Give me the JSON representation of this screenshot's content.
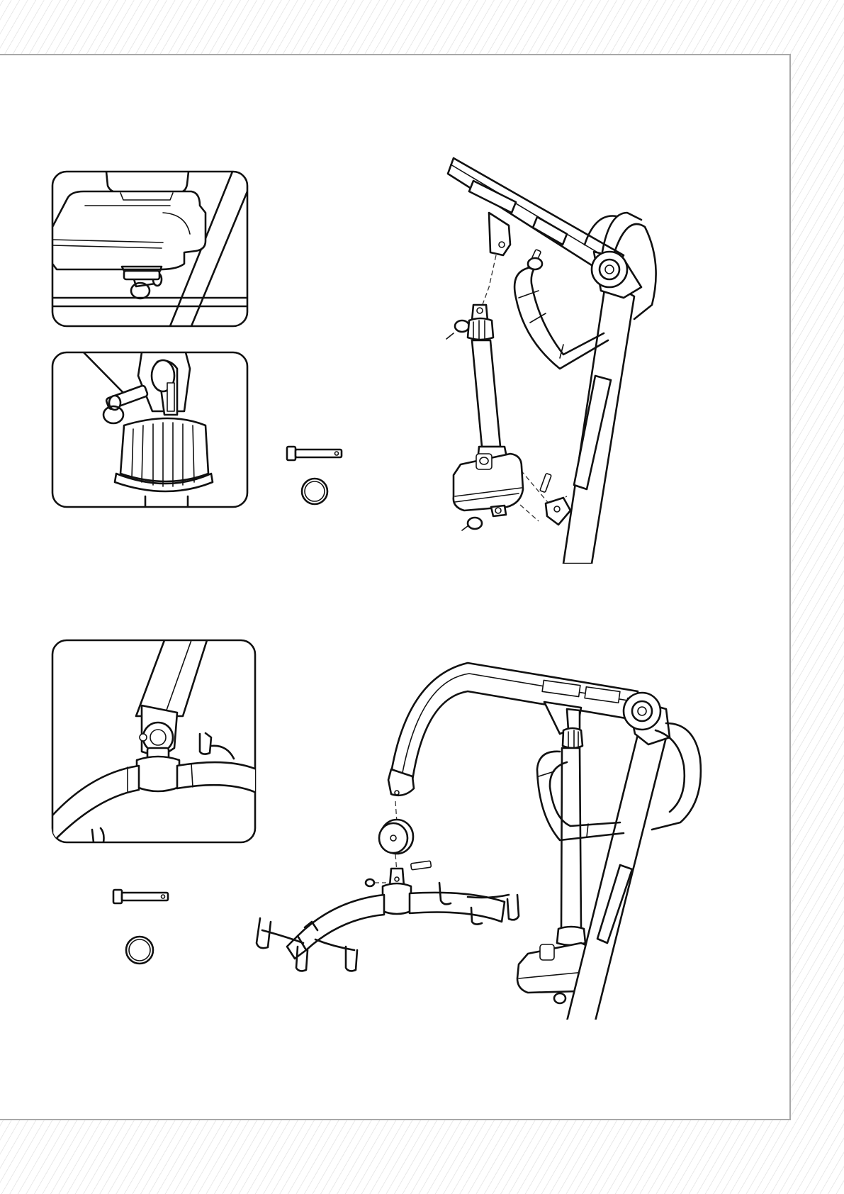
{
  "page": {
    "background": "#ffffff",
    "sheet_border_color": "#a8a8a8",
    "stripe_color": "#e9e9e9",
    "line_color": "#111111"
  },
  "steps": [
    {
      "id": "attach-actuator",
      "details": [
        "lower-actuator-pin-detail",
        "upper-actuator-clevis-detail"
      ],
      "parts": [
        "clevis-pin-icon",
        "split-ring-icon"
      ],
      "main": "actuator-to-boom-assembly"
    },
    {
      "id": "attach-spreader-bar",
      "details": [
        "boom-to-spreader-pin-detail"
      ],
      "parts": [
        "clevis-pin-icon",
        "split-ring-icon"
      ],
      "main": "spreader-bar-to-boom-assembly"
    }
  ]
}
